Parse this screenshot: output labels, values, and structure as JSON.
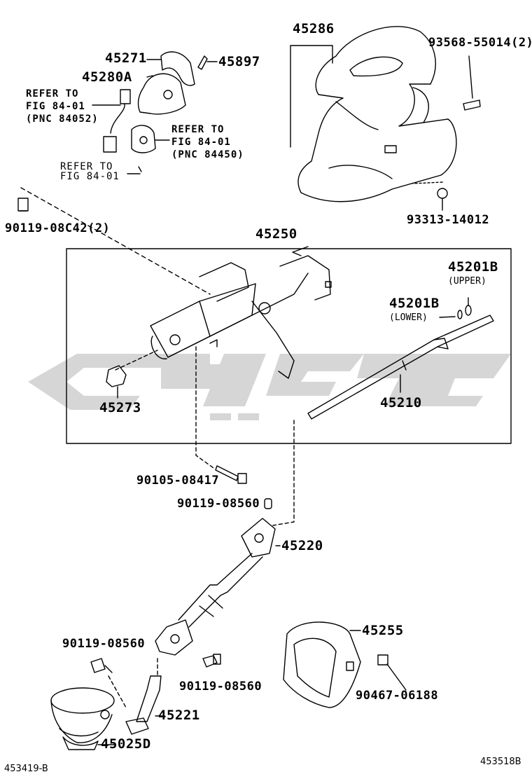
{
  "parts": {
    "p45286": "45286",
    "p93568": "93568-55014(2)",
    "p45271": "45271",
    "p45897": "45897",
    "p45280a": "45280A",
    "p93313": "93313-14012",
    "p90119_08c42": "90119-08C42(2)",
    "p45250": "45250",
    "p45201b_upper": "45201B",
    "p45201b_lower": "45201B",
    "p45273": "45273",
    "p45210": "45210",
    "p90105": "90105-08417",
    "p90119_a": "90119-08560",
    "p45220": "45220",
    "p90119_b": "90119-08560",
    "p90119_c": "90119-08560",
    "p45255": "45255",
    "p90467": "90467-06188",
    "p45221": "45221",
    "p45025d": "45025D"
  },
  "tags": {
    "upper": "(UPPER)",
    "lower": "(LOWER)"
  },
  "refs": {
    "r1_line1": "REFER TO",
    "r1_line2": "FIG 84-01",
    "r1_line3": "(PNC 84052)",
    "r2_line1": "REFER TO",
    "r2_line2": "FIG 84-01",
    "r2_line3": "(PNC 84450)",
    "r3_line1": "REFER TO",
    "r3_line2": "FIG 84-01"
  },
  "footer": {
    "left_code": "453419-B",
    "right_code": "453518B"
  },
  "colors": {
    "ink": "#000000",
    "watermark": "#d4d4d4"
  }
}
